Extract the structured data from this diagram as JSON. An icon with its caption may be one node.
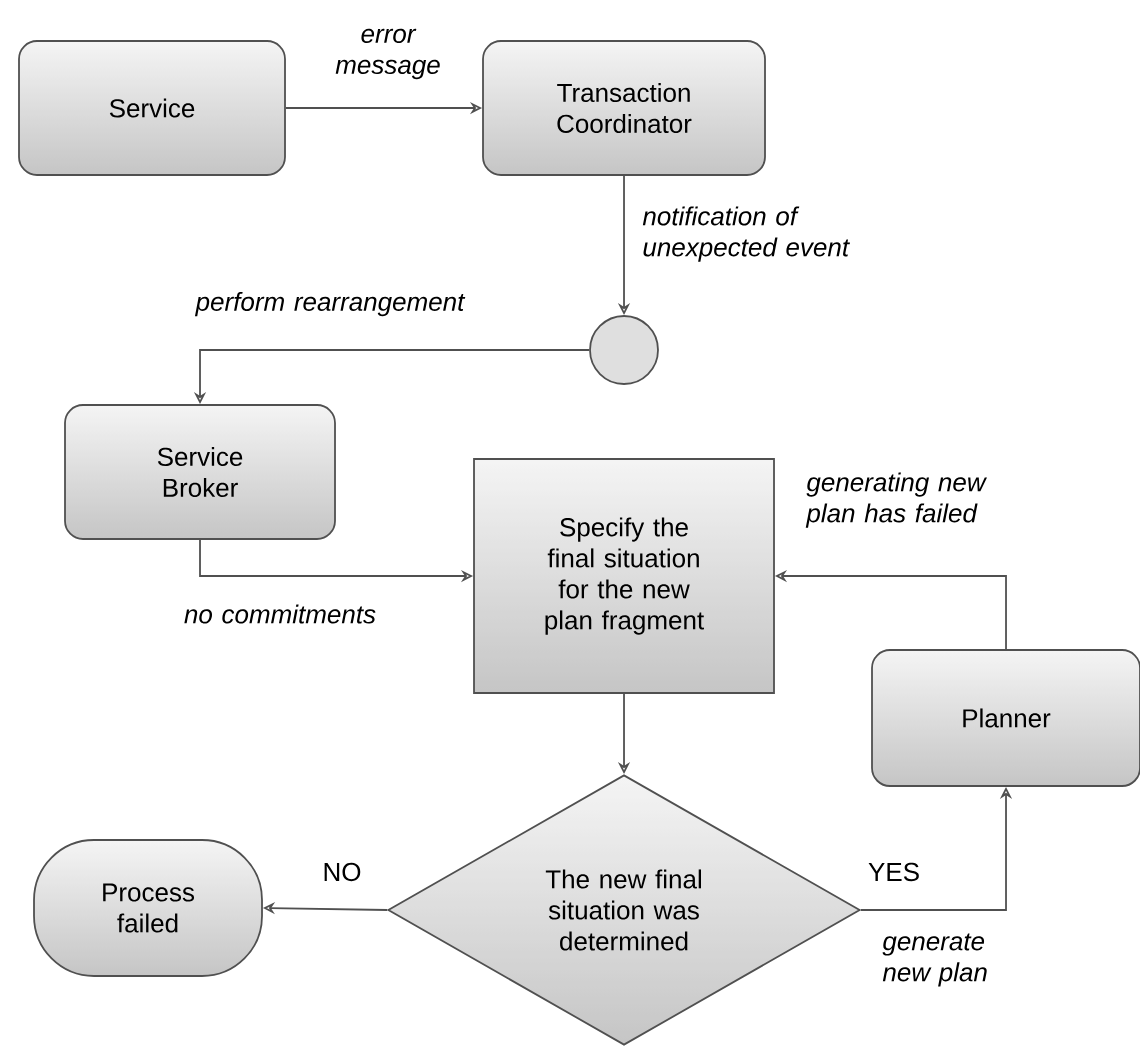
{
  "diagram": {
    "nodes": [
      {
        "text": [
          "Service"
        ]
      },
      {
        "text": [
          "Transaction Coordinator"
        ]
      },
      {
        "text": [],
        "shape": "circle"
      },
      {
        "text": [
          "Service Broker"
        ]
      },
      {
        "text": [
          "Specify the final situation for the new plan fragment"
        ]
      },
      {
        "text": [
          "The new final situation was determined"
        ]
      },
      {
        "text": [
          "Process failed"
        ]
      },
      {
        "text": [
          "Planner"
        ]
      }
    ],
    "edges": [
      {
        "from": 0,
        "to": 1,
        "arrow": "to",
        "label": "error message"
      },
      {
        "from": 1,
        "to": 2,
        "arrow": "to",
        "label": "notification of unexpected event"
      },
      {
        "from": 2,
        "to": 3,
        "arrow": "to",
        "label": "perform rearrangement"
      },
      {
        "from": 3,
        "to": 4,
        "arrow": "to",
        "label": "no commitments"
      },
      {
        "from": 4,
        "to": 5,
        "arrow": "to"
      },
      {
        "from": 5,
        "to": 6,
        "arrow": "to",
        "label": "NO"
      },
      {
        "from": 5,
        "to": 7,
        "arrow": "to",
        "label": "YES"
      },
      {
        "from": 7,
        "to": 4,
        "arrow": "to",
        "label": "generating new plan has failed"
      }
    ],
    "labels": [
      "generate new plan"
    ]
  }
}
